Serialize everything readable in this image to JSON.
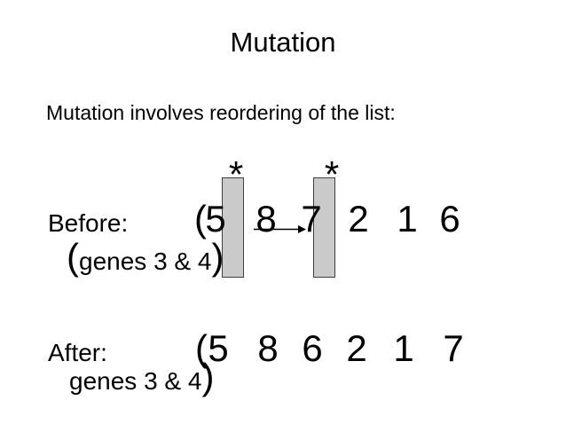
{
  "slide": {
    "title": "Mutation",
    "intro": "Mutation involves reordering of the list:",
    "position_marker": "*",
    "before": {
      "label": "Before:",
      "open_paren": "(",
      "genes": [
        "5",
        "8",
        "7",
        "2",
        "1",
        "6"
      ],
      "note": {
        "open": "(",
        "text": "genes 3 & 4",
        "close": ")"
      }
    },
    "after": {
      "label": "After:",
      "open_paren": "(",
      "genes": [
        "5",
        "8",
        "6",
        "2",
        "1",
        "7"
      ],
      "note": {
        "text": "genes 3 & 4",
        "close": ")"
      }
    },
    "colors": {
      "background": "#ffffff",
      "text": "#000000",
      "bar_fill": "#cacaca",
      "bar_border": "#3f3f3f",
      "arrow": "#000000"
    }
  }
}
